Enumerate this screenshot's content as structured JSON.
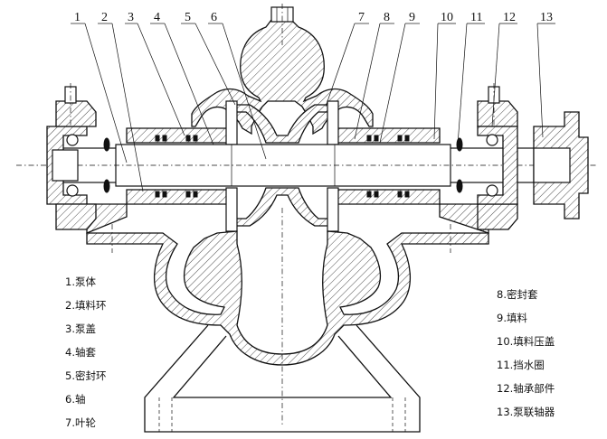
{
  "callout_numbers": [
    "1",
    "2",
    "3",
    "4",
    "5",
    "6",
    "7",
    "8",
    "9",
    "10",
    "11",
    "12",
    "13"
  ],
  "legend_left": [
    "1.泵体",
    "2.填料环",
    "3.泵盖",
    "4.轴套",
    "5.密封环",
    "6.轴",
    "7.叶轮"
  ],
  "legend_right": [
    "8.密封套",
    "9.填料",
    "10.填料压盖",
    "11.挡水圈",
    "12.轴承部件",
    "13.泵联轴器"
  ]
}
